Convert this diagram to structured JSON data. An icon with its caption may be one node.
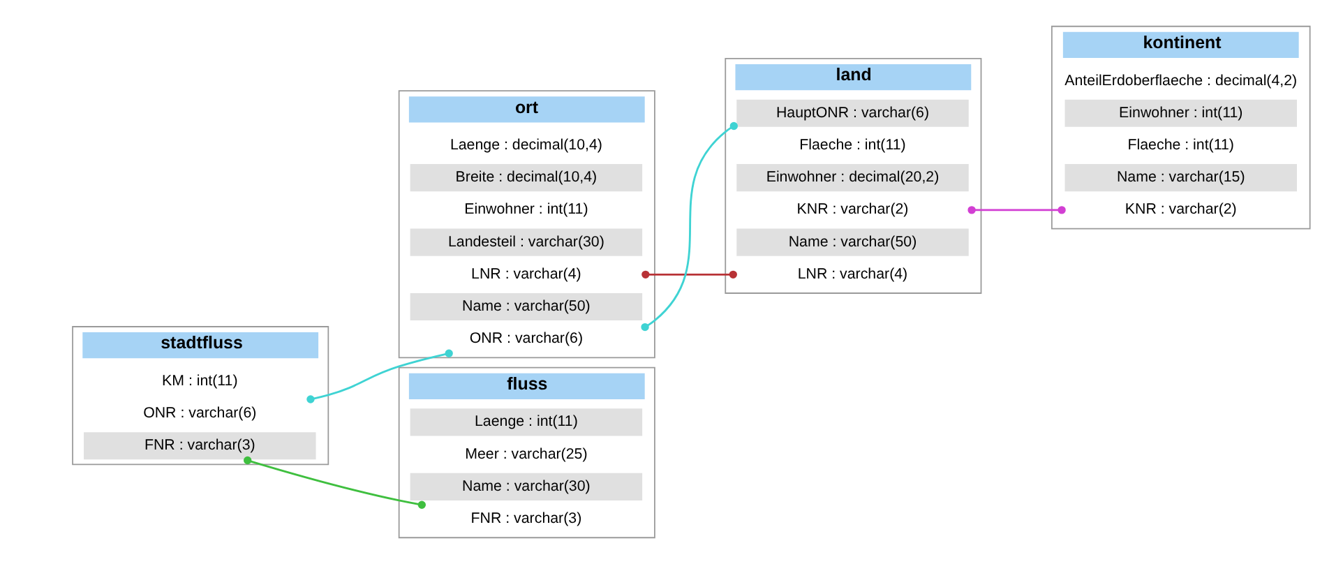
{
  "diagram": {
    "nodes": [
      {
        "text": [
          "ort"
        ]
      },
      {
        "text": [
          "ONR : varchar(6)"
        ],
        "in": 0
      },
      {
        "text": [
          "Name : varchar(50)"
        ],
        "in": 0
      },
      {
        "text": [
          "LNR : varchar(4)"
        ],
        "in": 0
      },
      {
        "text": [
          "Landesteil : varchar(30)"
        ],
        "in": 0
      },
      {
        "text": [
          "Einwohner : int(11)"
        ],
        "in": 0
      },
      {
        "text": [
          "Breite : decimal(10,4)"
        ],
        "in": 0
      },
      {
        "text": [
          "Laenge : decimal(10,4)"
        ],
        "in": 0
      },
      {
        "text": [
          "land"
        ]
      },
      {
        "text": [
          "LNR : varchar(4)"
        ],
        "in": 8
      },
      {
        "text": [
          "Name : varchar(50)"
        ],
        "in": 8
      },
      {
        "text": [
          "KNR : varchar(2)"
        ],
        "in": 8
      },
      {
        "text": [
          "Einwohner : decimal(20,2)"
        ],
        "in": 8
      },
      {
        "text": [
          "Flaeche : int(11)"
        ],
        "in": 8
      },
      {
        "text": [
          "HauptONR : varchar(6)"
        ],
        "in": 8
      },
      {
        "text": [
          "kontinent"
        ]
      },
      {
        "text": [
          "KNR : varchar(2)"
        ],
        "in": 15
      },
      {
        "text": [
          "Name : varchar(15)"
        ],
        "in": 15
      },
      {
        "text": [
          "Flaeche : int(11)"
        ],
        "in": 15
      },
      {
        "text": [
          "Einwohner : int(11)"
        ],
        "in": 15
      },
      {
        "text": [
          "AnteilErdoberflaeche : decimal(4,2)"
        ],
        "in": 15
      },
      {
        "text": [
          "stadtfluss"
        ]
      },
      {
        "text": [
          "ONR : varchar(6)"
        ],
        "in": 21
      },
      {
        "text": [
          "FNR : varchar(3)"
        ],
        "in": 21
      },
      {
        "text": [
          "KM : int(11)"
        ],
        "in": 21
      },
      {
        "text": [
          "fluss"
        ]
      },
      {
        "text": [
          "FNR : varchar(3)"
        ],
        "in": 25
      },
      {
        "text": [
          "Name : varchar(30)"
        ],
        "in": 25
      },
      {
        "text": [
          "Meer : varchar(25)"
        ],
        "in": 25
      },
      {
        "text": [
          "Laenge : int(11)"
        ],
        "in": 25
      }
    ],
    "edges": [
      {
        "from": 3,
        "to": 9,
        "arrow": "other",
        "color": "#b83236"
      },
      {
        "from": 14,
        "to": 1,
        "arrow": "other",
        "color": "#3fd3d3"
      },
      {
        "from": 11,
        "to": 16,
        "arrow": "other",
        "color": "#d23fd3"
      },
      {
        "from": 22,
        "to": 1,
        "arrow": "other",
        "color": "#3fd3d3"
      },
      {
        "from": 23,
        "to": 26,
        "arrow": "other",
        "color": "#3fbf3f"
      }
    ]
  }
}
